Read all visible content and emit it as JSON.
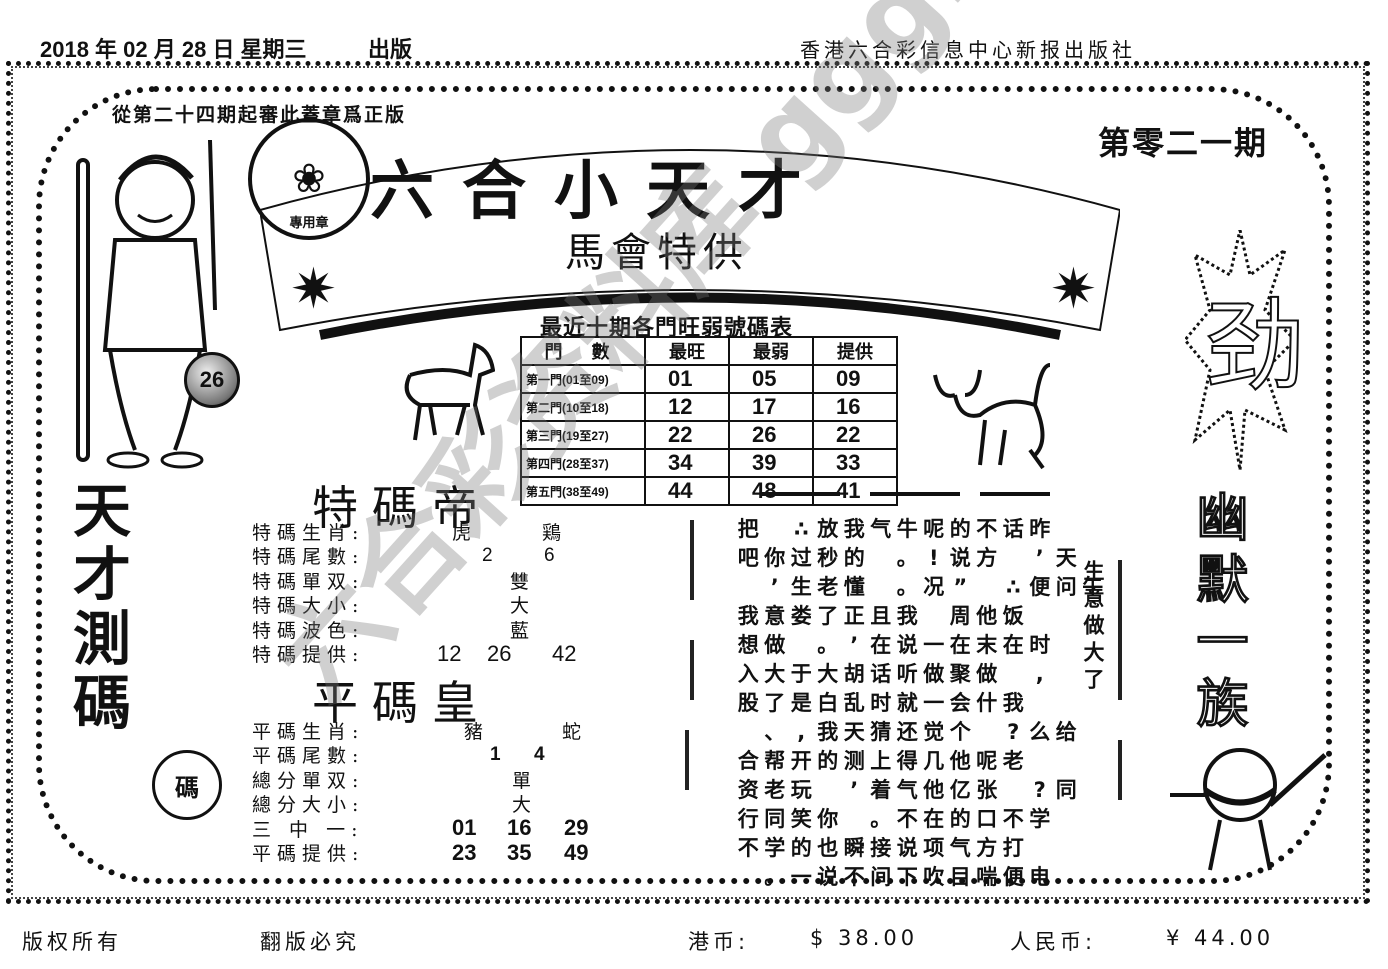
{
  "header": {
    "date": "2018 年 02 月 28 日  星期三",
    "publish_label": "出版",
    "publisher": "香港六合彩信息中心新报出版社"
  },
  "notice": "從第二十四期起審此蓋章爲正版",
  "issue_number": "第零二一期",
  "stamp": {
    "symbol": "❀",
    "text": "專用章"
  },
  "banner": {
    "title": "六合小天才",
    "subtitle": "馬會特供",
    "star_icon": "✷"
  },
  "ball_number": "26",
  "door_table": {
    "title": "最近十期各門旺弱號碼表",
    "headers": [
      "門 數",
      "最旺",
      "最弱",
      "提供"
    ],
    "rows": [
      {
        "door": "第一門(01至09)",
        "hot": "01",
        "cold": "05",
        "tip": "09"
      },
      {
        "door": "第二門(10至18)",
        "hot": "12",
        "cold": "17",
        "tip": "16"
      },
      {
        "door": "第三門(19至27)",
        "hot": "22",
        "cold": "26",
        "tip": "22"
      },
      {
        "door": "第四門(28至37)",
        "hot": "34",
        "cold": "39",
        "tip": "33"
      },
      {
        "door": "第五門(38至49)",
        "hot": "44",
        "cold": "48",
        "tip": "41"
      }
    ]
  },
  "special": {
    "title": "特碼帝",
    "rows": [
      {
        "label": "特碼生肖:",
        "values": [
          "虎",
          "鶏"
        ]
      },
      {
        "label": "特碼尾數:",
        "values": [
          "2",
          "6"
        ]
      },
      {
        "label": "特碼單双:",
        "values": [
          "雙"
        ]
      },
      {
        "label": "特碼大小:",
        "values": [
          "大"
        ]
      },
      {
        "label": "特碼波色:",
        "values": [
          "藍"
        ]
      },
      {
        "label": "特碼提供:",
        "values": [
          "12",
          "26",
          "42"
        ]
      }
    ]
  },
  "regular": {
    "title": "平碼皇",
    "rows": [
      {
        "label": "平碼生肖:",
        "values": [
          "豬",
          "蛇"
        ]
      },
      {
        "label": "平碼尾數:",
        "values": [
          "1",
          "4"
        ]
      },
      {
        "label": "總分單双:",
        "values": [
          "單"
        ]
      },
      {
        "label": "總分大小:",
        "values": [
          "大"
        ]
      },
      {
        "label": "三 中 一:",
        "values": [
          "01",
          "16",
          "29"
        ]
      },
      {
        "label": "平碼提供:",
        "values": [
          "23",
          "35",
          "49"
        ]
      }
    ]
  },
  "poem": {
    "rows": [
      "把 ∴放我气牛呢的不话昨",
      "吧你过秒的 。!说方 ’天",
      " ’生老懂 。况” ∴便问午",
      "我意娄了正且我 周他饭",
      "想做 。’在说一在末在时",
      "入大于大胡话听做聚做 ,",
      "股了是白乱时就一会什我",
      " 、,我天猜还觉个 ?么给",
      "合帮开的测上得几他呢老",
      "资老玩 ’着气他亿张 ?同",
      "行同笑你 。不在的口不学",
      "不学的也瞬接说项气方打",
      " 。一说不间下吹目喘便电"
    ]
  },
  "side_text": {
    "left": "天才測碼",
    "left_badge": "碼",
    "right": "幽默一族",
    "right_burst": "劲",
    "middle": "生意做大了"
  },
  "footer": {
    "copyright": "版权所有",
    "piracy": "翻版必究",
    "hkd_label": "港币:",
    "hkd_price": "$ 38.00",
    "rmb_label": "人民币:",
    "rmb_price": "¥ 44.00"
  },
  "watermark": "六合彩资料库 ggg.com"
}
